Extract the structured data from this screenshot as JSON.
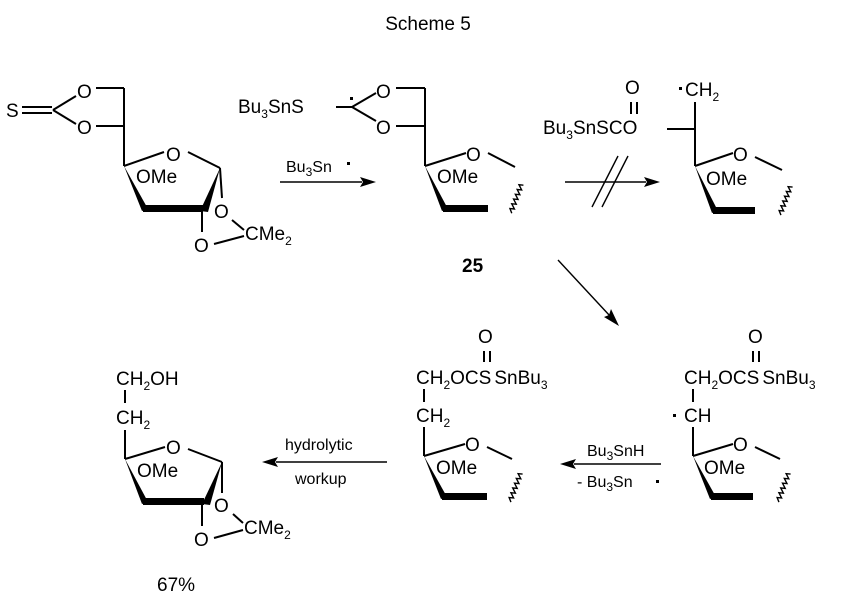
{
  "title": "Scheme 5",
  "compounds": {
    "start": {
      "thione_S": "S",
      "o1": "O",
      "o2": "O",
      "ring_o": "O",
      "ome": "OMe",
      "o3": "O",
      "o4": "O",
      "cme2": "CMe",
      "cme2_sub": "2"
    },
    "c25": {
      "label": "25",
      "bu3sns": "Bu",
      "bu3sns_sub": "3",
      "bu3sns_tail": "SnS",
      "o1": "O",
      "o2": "O",
      "ring_o": "O",
      "ome": "OMe"
    },
    "fragmented": {
      "ch2": "CH",
      "ch2_sub": "2",
      "carbonyl_o": "O",
      "chain": "Bu",
      "chain_sub": "3",
      "chain_tail": "SnSCO",
      "ring_o": "O",
      "ome": "OMe"
    },
    "rearranged": {
      "carbonyl_o": "O",
      "ch2": "CH",
      "ch2_sub": "2",
      "chain": "OCS",
      "snbu3": "SnBu",
      "snbu3_sub": "3",
      "ch": "CH",
      "ring_o": "O",
      "ome": "OMe"
    },
    "reduced": {
      "carbonyl_o": "O",
      "ch2": "CH",
      "ch2_sub": "2",
      "chain": "OCS",
      "snbu3": "SnBu",
      "snbu3_sub": "3",
      "ch2b": "CH",
      "ch2b_sub": "2",
      "ring_o": "O",
      "ome": "OMe"
    },
    "product": {
      "ch2oh_a": "CH",
      "ch2oh_sub": "2",
      "ch2oh_b": "OH",
      "ch2": "CH",
      "ch2_sub": "2",
      "ring_o": "O",
      "ome": "OMe",
      "o3": "O",
      "o4": "O",
      "cme2": "CMe",
      "cme2_sub": "2",
      "yield": "67%"
    }
  },
  "arrows": {
    "a1": {
      "reagent_a": "Bu",
      "reagent_sub": "3",
      "reagent_b": "Sn"
    },
    "a3": {
      "reagent_a": "Bu",
      "reagent_sub": "3",
      "reagent_b": "SnH",
      "below_a": "- Bu",
      "below_sub": "3",
      "below_b": "Sn"
    },
    "a4": {
      "above": "hydrolytic",
      "below": "workup"
    }
  }
}
